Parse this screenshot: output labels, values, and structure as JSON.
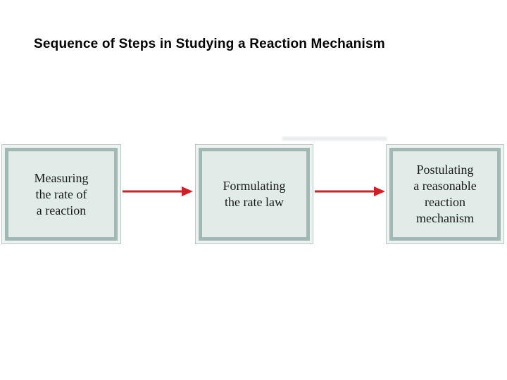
{
  "title": "Sequence of Steps in Studying a Reaction Mechanism",
  "diagram": {
    "type": "flowchart",
    "direction": "left-to-right",
    "steps": [
      {
        "id": "step-1",
        "label": "Measuring\nthe rate of\na reaction"
      },
      {
        "id": "step-2",
        "label": "Formulating\nthe rate law"
      },
      {
        "id": "step-3",
        "label": "Postulating\na reasonable\nreaction\nmechanism"
      }
    ],
    "arrows": [
      {
        "from": "step-1",
        "to": "step-2"
      },
      {
        "from": "step-2",
        "to": "step-3"
      }
    ],
    "colors": {
      "arrow": "#c9242b",
      "box_fill": "#e1ebe7",
      "box_border_inner": "#a1b8b5",
      "box_border_light": "#eef3f1",
      "box_outline": "#b9c7c5",
      "text": "#1b1b1b",
      "title_text": "#000000",
      "background": "#ffffff"
    }
  }
}
